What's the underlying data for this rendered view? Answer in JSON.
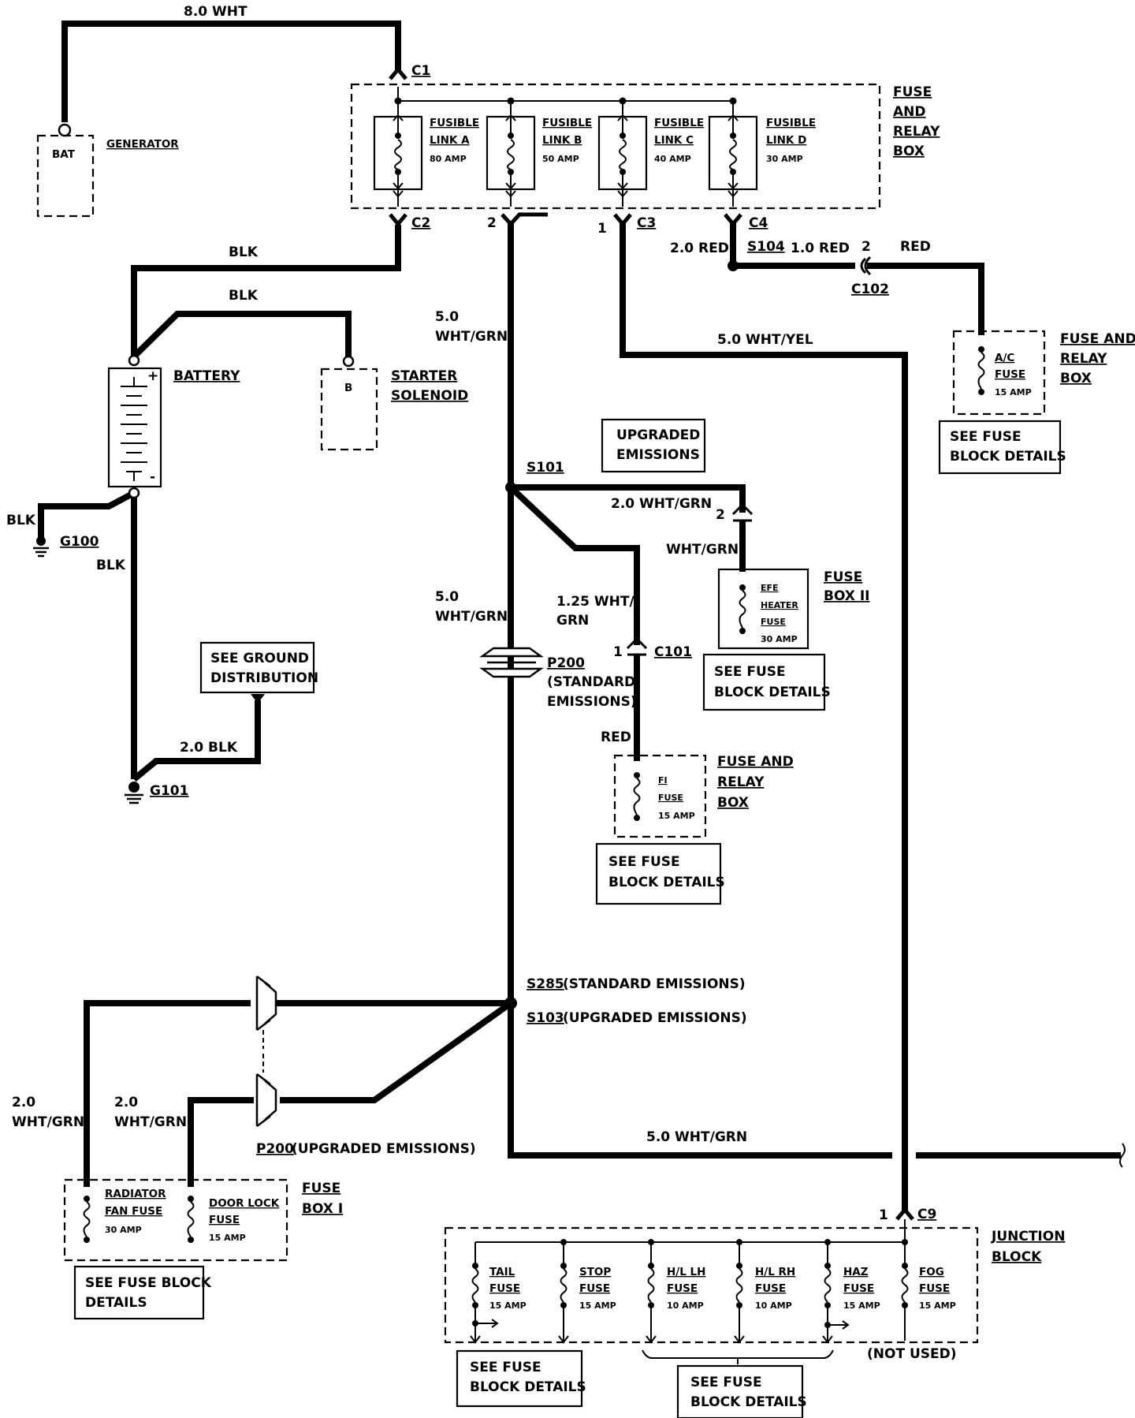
{
  "top_wire": "8.0 WHT",
  "generator": {
    "pin": "BAT",
    "label": "GENERATOR"
  },
  "fuse_relay_box_main": {
    "label_lines": [
      "FUSE",
      "AND",
      "RELAY",
      "BOX"
    ]
  },
  "fusible_links": [
    {
      "name": [
        "FUSIBLE",
        "LINK A"
      ],
      "rating": "80 AMP"
    },
    {
      "name": [
        "FUSIBLE",
        "LINK B"
      ],
      "rating": "50 AMP"
    },
    {
      "name": [
        "FUSIBLE",
        "LINK C"
      ],
      "rating": "40 AMP"
    },
    {
      "name": [
        "FUSIBLE",
        "LINK D"
      ],
      "rating": "30 AMP"
    }
  ],
  "connectors": {
    "c1": "C1",
    "c2": "C2",
    "c3": "C3",
    "c4": "C4",
    "c9": "C9",
    "c101": "C101",
    "c102": "C102",
    "pin_1": "1",
    "pin_2": "2"
  },
  "wires": {
    "blk": "BLK",
    "blk_bat": "BLK",
    "blk_g100": "BLK",
    "blk_down": "BLK",
    "blk_2_0": "2.0 BLK",
    "wht_grn_5_0_upper": [
      "5.0",
      "WHT/GRN"
    ],
    "wht_grn_5_0_mid": [
      "5.0",
      "WHT/GRN"
    ],
    "wht_yel_5_0": "5.0 WHT/YEL",
    "red_2_0": "2.0 RED",
    "red_1_0": "1.0 RED",
    "red_ac": "RED",
    "wht_grn_2_0_efe": "2.0 WHT/GRN",
    "wht_grn_efe": "WHT/GRN",
    "wht_grn_1_25": [
      "1.25 WHT/",
      "GRN"
    ],
    "red_fi": "RED",
    "wht_grn_2_0_rad": [
      "2.0",
      "WHT/GRN"
    ],
    "wht_grn_2_0_door": [
      "2.0",
      "WHT/GRN"
    ],
    "wht_grn_5_0_bottom": "5.0 WHT/GRN"
  },
  "splices": {
    "s104": "S104",
    "s101": "S101",
    "s285": "S285",
    "s285_note": "(STANDARD EMISSIONS)",
    "s103": "S103",
    "s103_note": "(UPGRADED EMISSIONS)"
  },
  "battery": {
    "label": "BATTERY",
    "plus": "+",
    "minus": "-"
  },
  "starter": {
    "pin": "B",
    "label_lines": [
      "STARTER",
      "SOLENOID"
    ]
  },
  "grounds": {
    "g100": "G100",
    "g101": "G101"
  },
  "ground_distribution_note": [
    "SEE GROUND",
    "DISTRIBUTION"
  ],
  "ac_fuse": {
    "name": [
      "A/C",
      "FUSE"
    ],
    "rating": "15 AMP",
    "box_label": [
      "FUSE AND",
      "RELAY",
      "BOX"
    ],
    "note": [
      "SEE FUSE",
      "BLOCK DETAILS"
    ]
  },
  "upgraded_emissions_box": [
    "UPGRADED",
    "EMISSIONS"
  ],
  "efe_fuse": {
    "name": [
      "EFE",
      "HEATER",
      "FUSE"
    ],
    "rating": "30 AMP",
    "box_label": [
      "FUSE",
      "BOX II"
    ],
    "note": [
      "SEE FUSE",
      "BLOCK DETAILS"
    ]
  },
  "p200_standard": {
    "name": "P200",
    "note": [
      "(STANDARD",
      "EMISSIONS)"
    ]
  },
  "p200_upgraded": {
    "name": "P200",
    "note": "(UPGRADED EMISSIONS)"
  },
  "fi_fuse": {
    "name": [
      "FI",
      "FUSE"
    ],
    "rating": "15 AMP",
    "box_label": [
      "FUSE AND",
      "RELAY",
      "BOX"
    ],
    "note": [
      "SEE FUSE",
      "BLOCK DETAILS"
    ]
  },
  "fuse_box_1": {
    "label": [
      "FUSE",
      "BOX I"
    ],
    "radiator": {
      "name": [
        "RADIATOR",
        "FAN FUSE"
      ],
      "rating": "30 AMP"
    },
    "door_lock": {
      "name": [
        "DOOR LOCK",
        "FUSE"
      ],
      "rating": "15 AMP"
    },
    "note": [
      "SEE FUSE BLOCK",
      "DETAILS"
    ]
  },
  "junction_block": {
    "label": [
      "JUNCTION",
      "BLOCK"
    ],
    "fuses": [
      {
        "name": [
          "TAIL",
          "FUSE"
        ],
        "rating": "15 AMP"
      },
      {
        "name": [
          "STOP",
          "FUSE"
        ],
        "rating": "15 AMP"
      },
      {
        "name": [
          "H/L LH",
          "FUSE"
        ],
        "rating": "10 AMP"
      },
      {
        "name": [
          "H/L RH",
          "FUSE"
        ],
        "rating": "10 AMP"
      },
      {
        "name": [
          "HAZ",
          "FUSE"
        ],
        "rating": "15 AMP"
      },
      {
        "name": [
          "FOG",
          "FUSE"
        ],
        "rating": "15 AMP"
      }
    ],
    "not_used": "(NOT USED)",
    "note_left": [
      "SEE FUSE",
      "BLOCK DETAILS"
    ],
    "note_mid": [
      "SEE FUSE",
      "BLOCK DETAILS"
    ]
  }
}
